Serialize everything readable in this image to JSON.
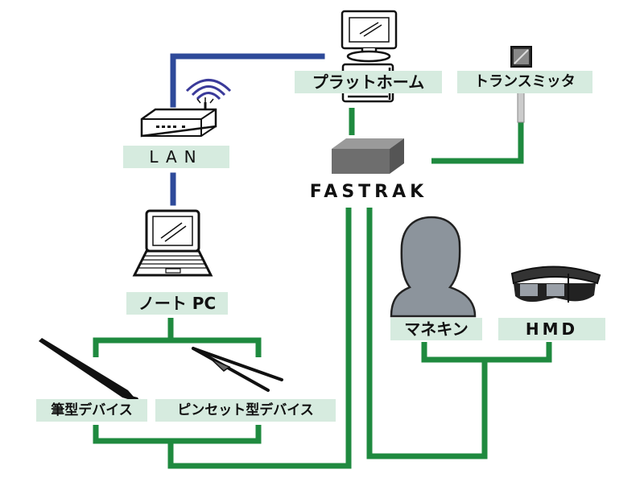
{
  "labels": {
    "platform": "プラットホーム",
    "transmitter": "トランスミッタ",
    "lan": "LAN",
    "fastrak": "FASTRAK",
    "notebook_pc": "ノート PC",
    "mannequin": "マネキン",
    "hmd": "HMD",
    "brush_device": "筆型デバイス",
    "tweezers_device": "ピンセット型デバイス"
  },
  "colors": {
    "lan_line": "#2e4a9a",
    "serial_line": "#1f8a3f",
    "label_bg": "#d6ebdf"
  },
  "icons": {
    "platform": "desktop-computer-icon",
    "transmitter": "transmitter-cube-icon",
    "lan": "router-icon",
    "fastrak": "tracker-box-icon",
    "notebook_pc": "laptop-icon",
    "mannequin": "mannequin-head-icon",
    "hmd": "head-mounted-display-icon",
    "brush_device": "brush-stylus-icon",
    "tweezers_device": "tweezers-icon"
  }
}
